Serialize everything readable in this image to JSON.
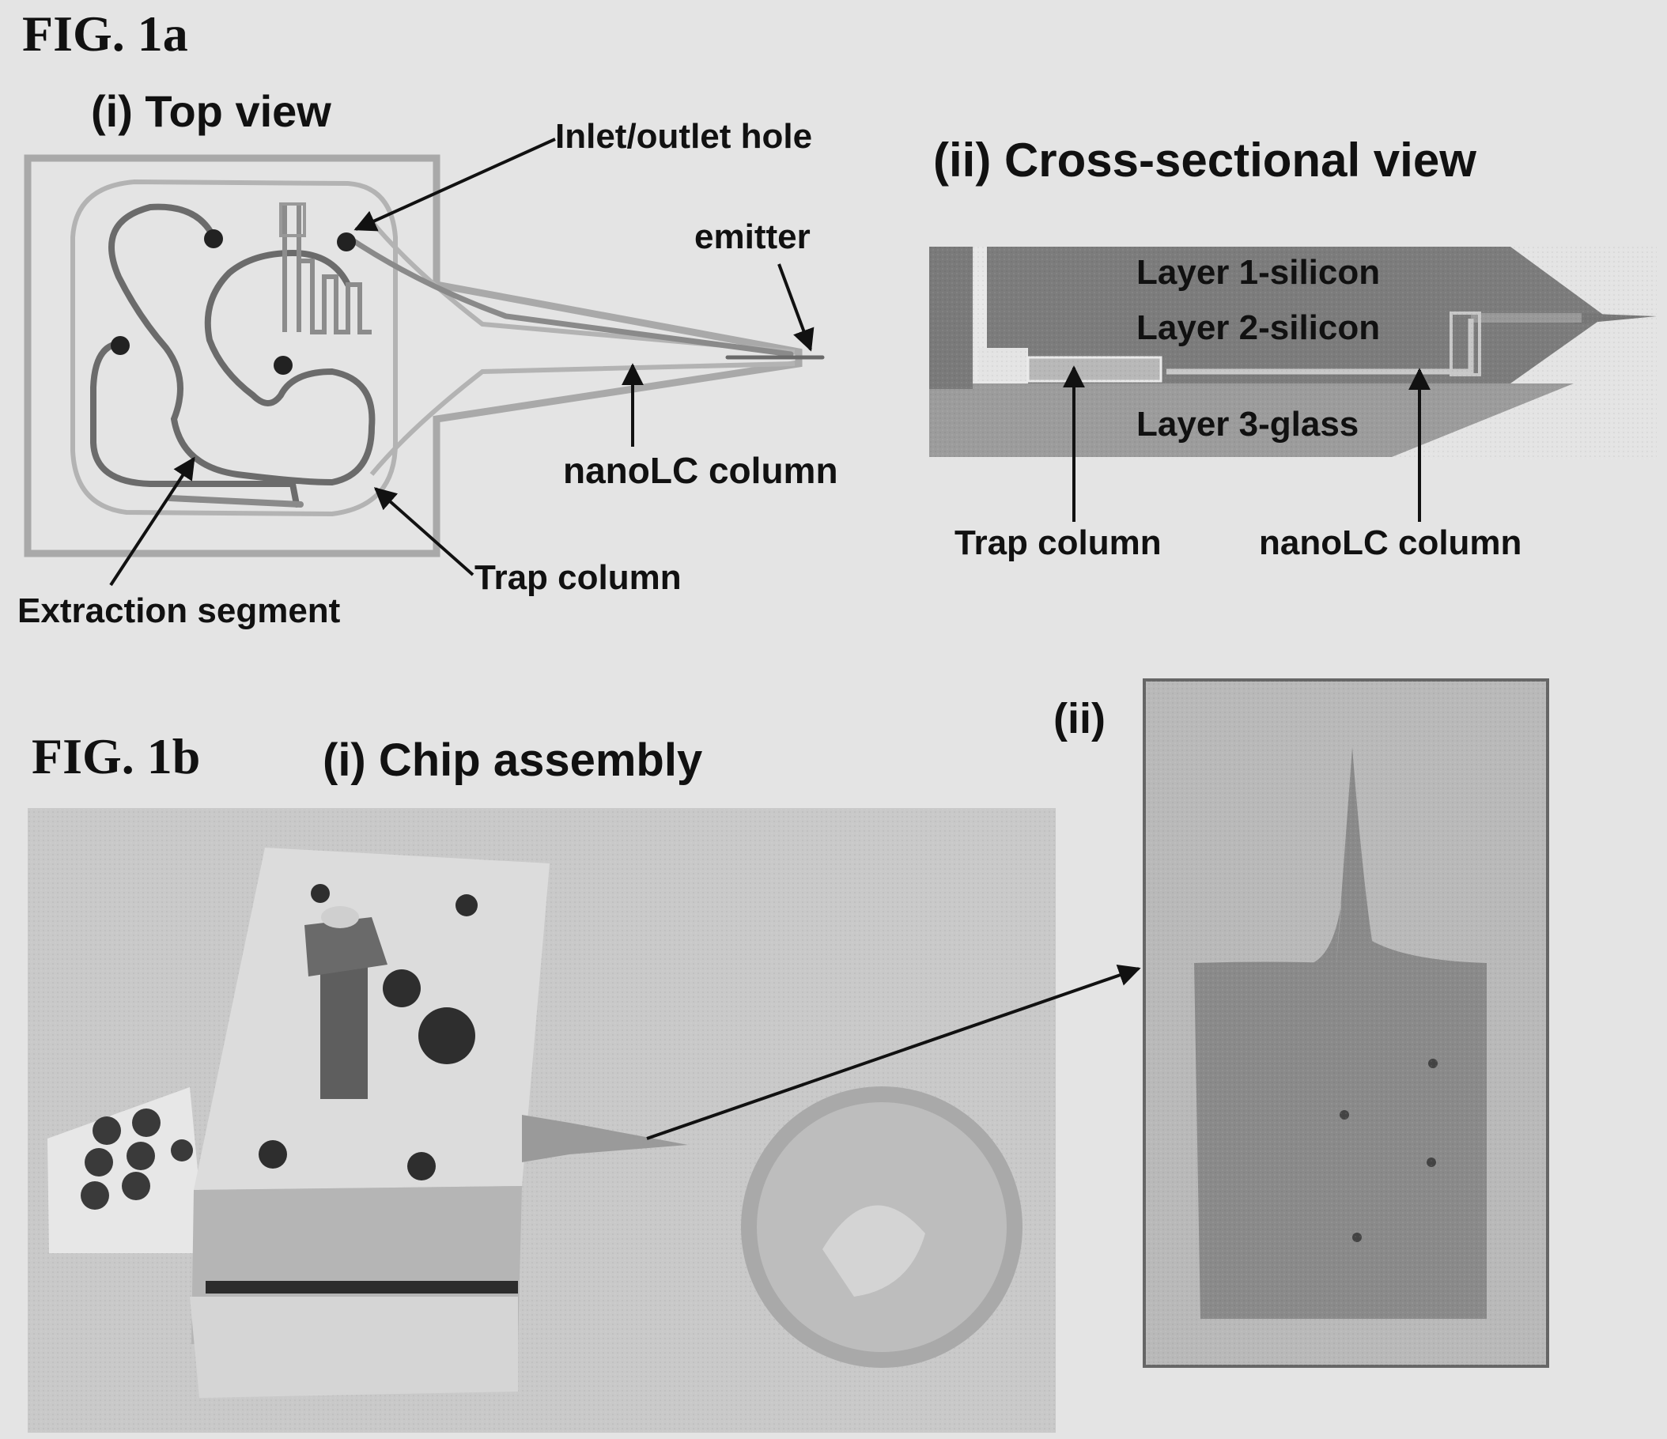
{
  "fig1a": {
    "title": "FIG. 1a",
    "top_view": {
      "title": "(i) Top view",
      "labels": {
        "inlet_outlet_hole": "Inlet/outlet hole",
        "emitter": "emitter",
        "nanolc_column": "nanoLC column",
        "trap_column": "Trap column",
        "extraction_segment": "Extraction segment"
      }
    },
    "cross_section": {
      "title": "(ii) Cross-sectional view",
      "layers": [
        "Layer 1-silicon",
        "Layer 2-silicon",
        "Layer 3-glass"
      ],
      "labels": {
        "trap_column": "Trap column",
        "nanolc_column": "nanoLC column"
      }
    }
  },
  "fig1b": {
    "title": "FIG. 1b",
    "chip_assembly_title": "(i) Chip assembly",
    "panel_ii_title": "(ii)"
  },
  "colors": {
    "background": "#e4e4e4",
    "outline_gray": "#a9a9a9",
    "channel_dark": "#5a5a5a",
    "silicon": "#7a7a7a",
    "glass": "#9c9c9c"
  }
}
